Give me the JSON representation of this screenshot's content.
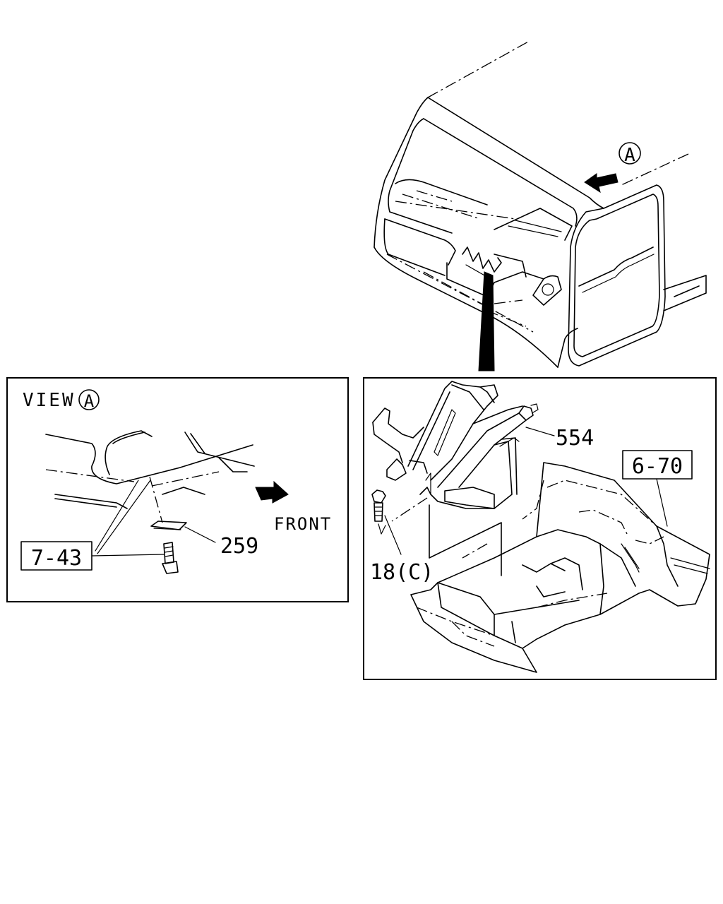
{
  "callouts": {
    "view_title": "VIEW",
    "view_marker": "A",
    "marker_a": "A",
    "front": "FRONT",
    "ref_7_43": "7-43",
    "ref_6_70": "6-70",
    "part_259": "259",
    "part_554": "554",
    "part_18c": "18(C)"
  }
}
